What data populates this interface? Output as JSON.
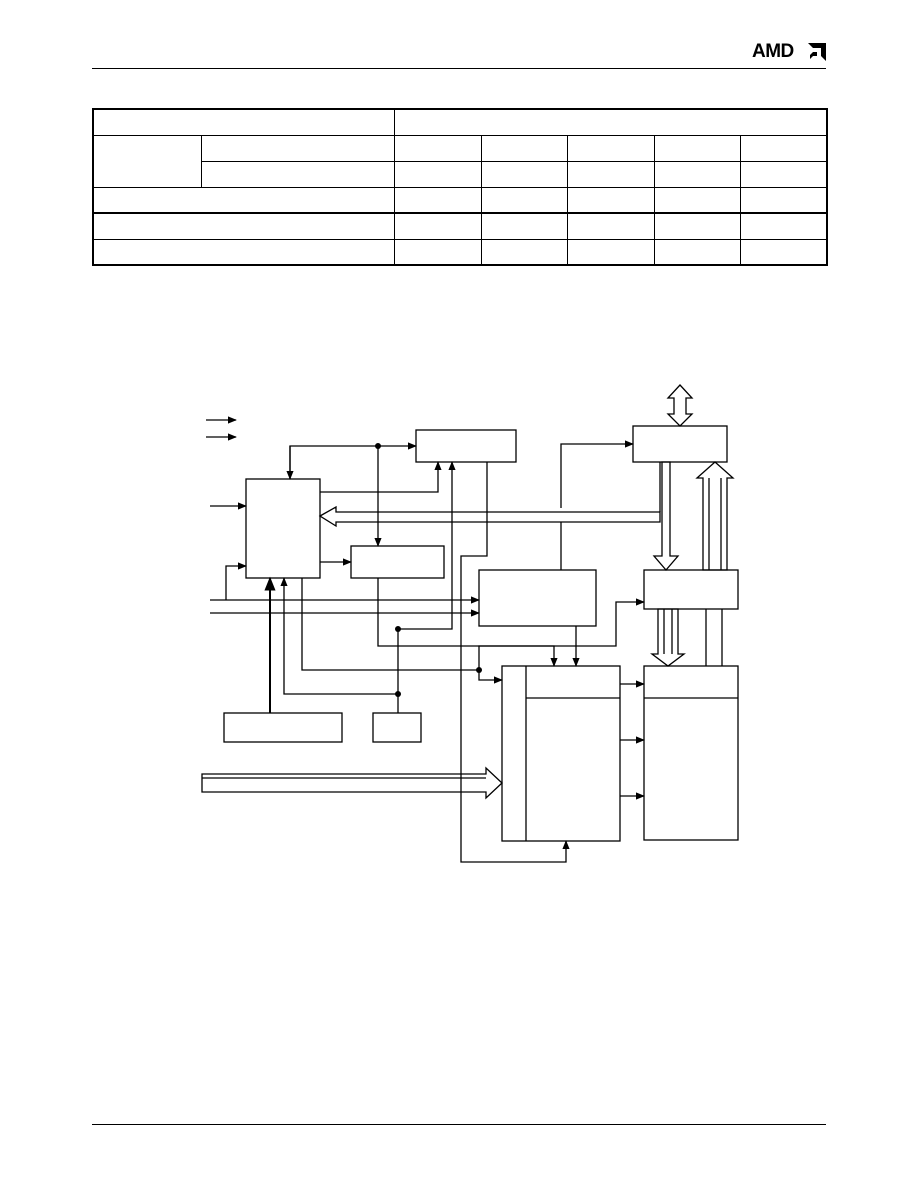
{
  "header": {
    "logo_text": "AMD",
    "logo_mark": "amd-arrow-logo-icon"
  },
  "table": {
    "rows": 6,
    "columns": 7
  },
  "diagram": {
    "legend_arrows": [
      "arrow-right-icon",
      "arrow-right-icon"
    ],
    "blocks": [
      "block-top-center",
      "block-top-right",
      "block-left-tall",
      "block-middle",
      "block-center",
      "block-right-middle",
      "block-lower-left",
      "block-lower-small",
      "block-array-left",
      "block-array-right"
    ]
  }
}
